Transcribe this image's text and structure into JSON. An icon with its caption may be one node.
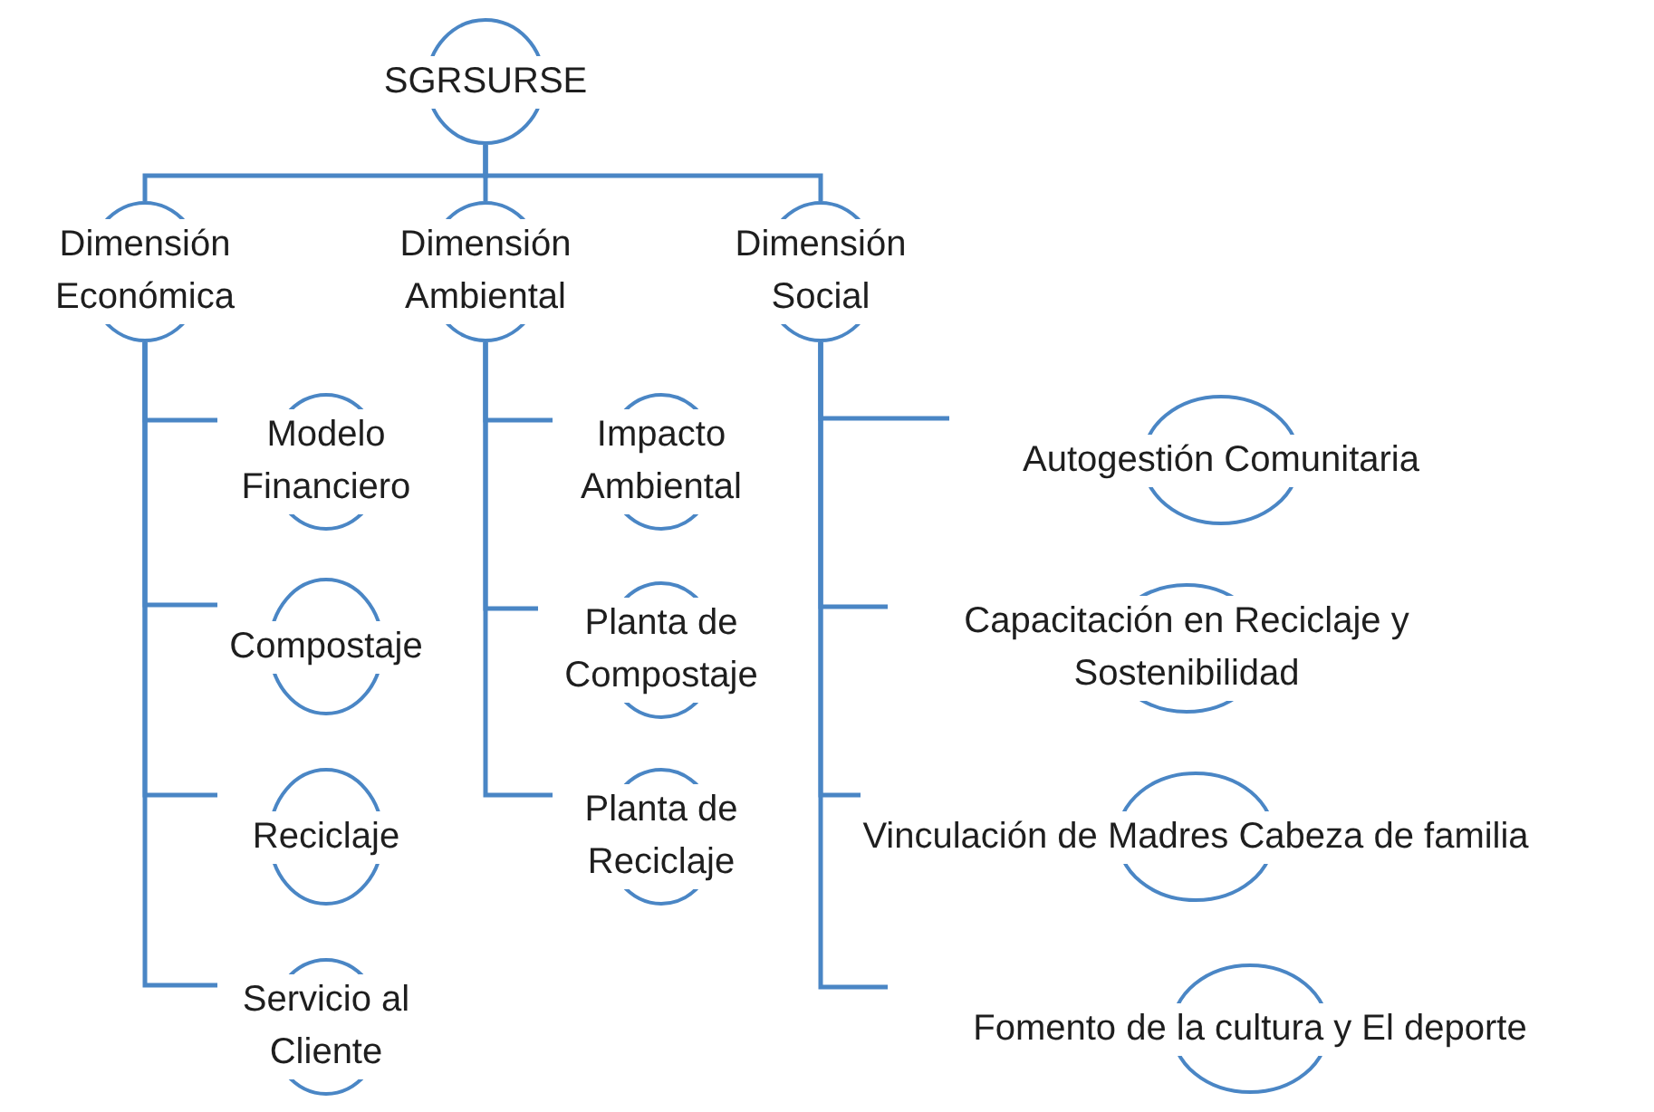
{
  "diagram": {
    "nodes": [
      {
        "text": [
          "SGRSURSE"
        ]
      },
      {
        "text": [
          "Dimensión Económica"
        ]
      },
      {
        "text": [
          "Dimensión Ambiental"
        ]
      },
      {
        "text": [
          "Dimensión Social"
        ]
      },
      {
        "text": [
          "Modelo Financiero"
        ]
      },
      {
        "text": [
          "Compostaje"
        ]
      },
      {
        "text": [
          "Reciclaje"
        ]
      },
      {
        "text": [
          "Servicio al Cliente"
        ]
      },
      {
        "text": [
          "Impacto Ambiental"
        ]
      },
      {
        "text": [
          "Planta de Compostaje"
        ]
      },
      {
        "text": [
          "Planta de Reciclaje"
        ]
      },
      {
        "text": [
          "Autogestión Comunitaria"
        ]
      },
      {
        "text": [
          "Capacitación en Reciclaje y Sostenibilidad"
        ]
      },
      {
        "text": [
          "Vinculación de Madres Cabeza de familia"
        ]
      },
      {
        "text": [
          "Fomento de la cultura y El deporte"
        ]
      }
    ],
    "edges": [
      {
        "from": 0,
        "to": 1,
        "arrow": "none"
      },
      {
        "from": 0,
        "to": 2,
        "arrow": "none"
      },
      {
        "from": 0,
        "to": 3,
        "arrow": "none"
      },
      {
        "from": 1,
        "to": 4,
        "arrow": "none"
      },
      {
        "from": 1,
        "to": 5,
        "arrow": "none"
      },
      {
        "from": 1,
        "to": 6,
        "arrow": "none"
      },
      {
        "from": 1,
        "to": 7,
        "arrow": "none"
      },
      {
        "from": 2,
        "to": 8,
        "arrow": "none"
      },
      {
        "from": 2,
        "to": 9,
        "arrow": "none"
      },
      {
        "from": 2,
        "to": 10,
        "arrow": "none"
      },
      {
        "from": 3,
        "to": 11,
        "arrow": "none"
      },
      {
        "from": 3,
        "to": 12,
        "arrow": "none"
      },
      {
        "from": 3,
        "to": 13,
        "arrow": "none"
      },
      {
        "from": 3,
        "to": 14,
        "arrow": "none"
      }
    ]
  }
}
